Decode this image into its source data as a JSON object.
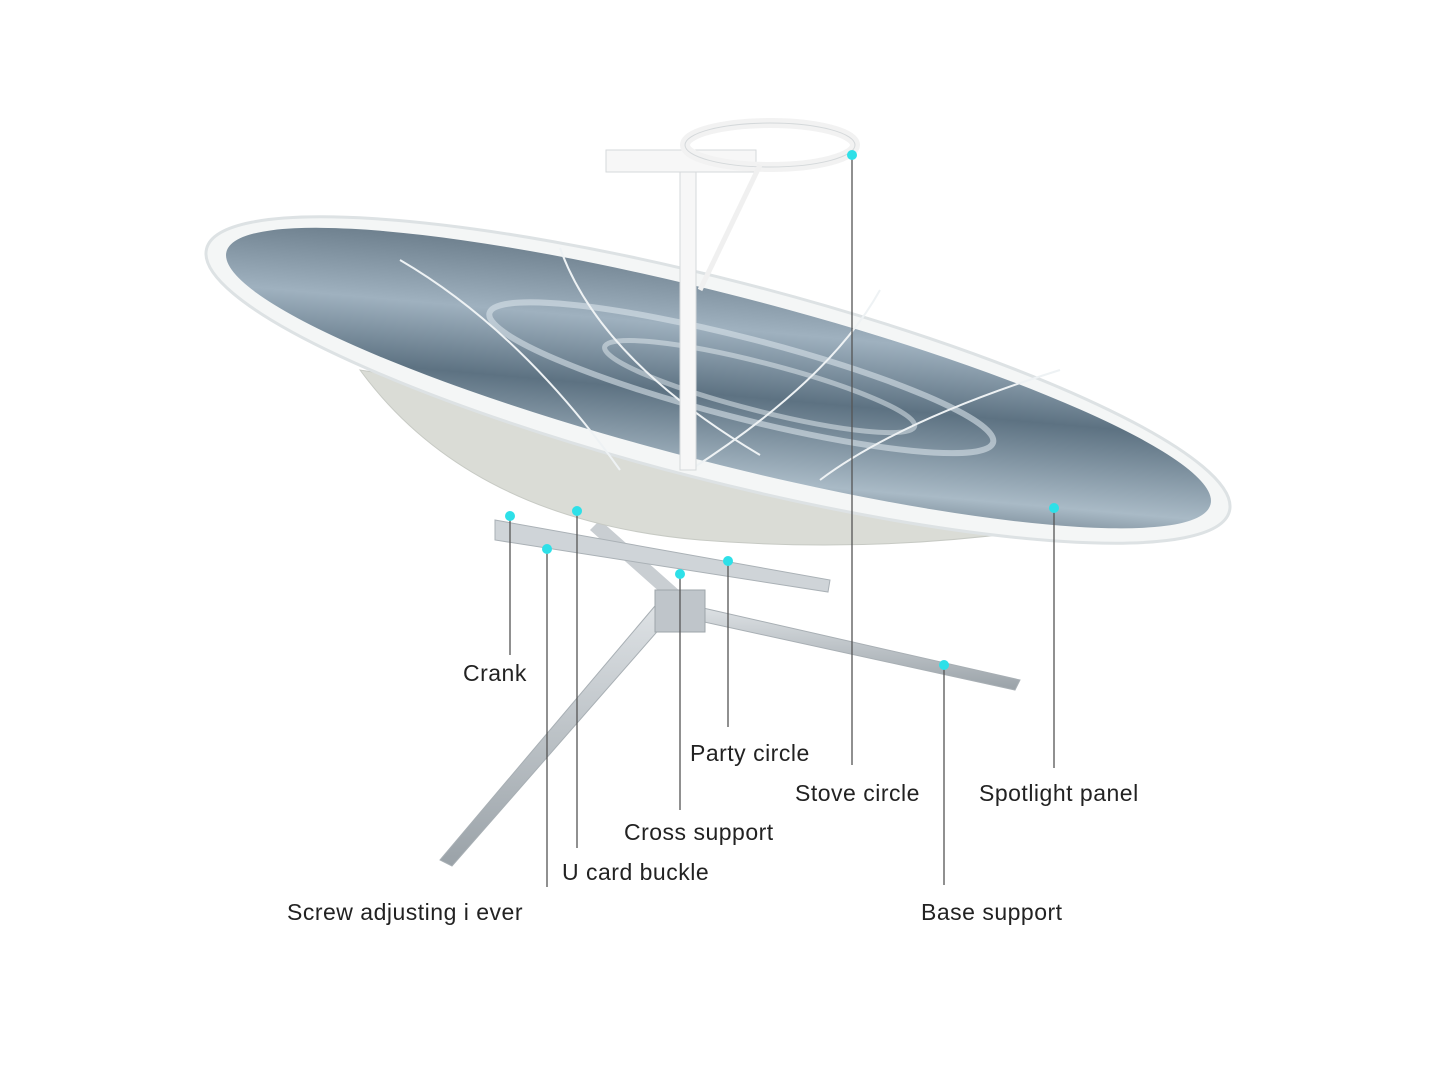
{
  "accent_color": "#2ee0e8",
  "labels": {
    "stove_circle": "Stove circle",
    "spotlight_panel": "Spotlight panel",
    "base_support": "Base support",
    "party_circle": "Party circle",
    "cross_support": "Cross support",
    "u_card_buckle": "U card buckle",
    "screw_adjusting_lever": "Screw adjusting i ever",
    "crank": "Crank"
  }
}
